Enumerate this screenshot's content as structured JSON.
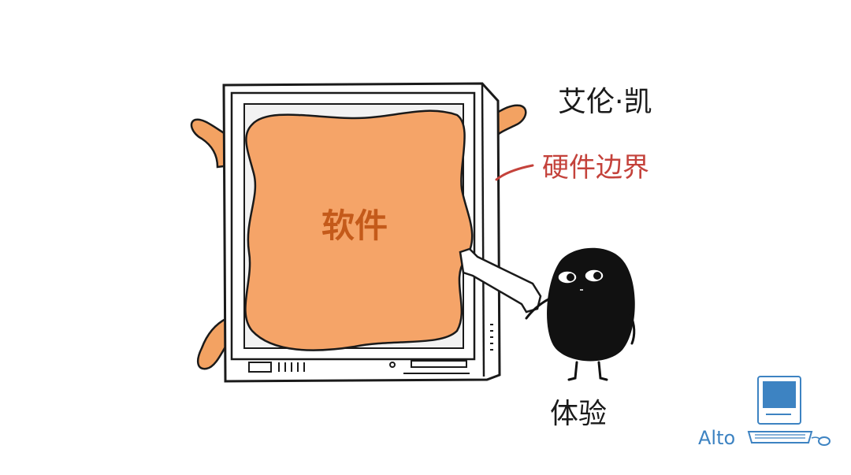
{
  "labels": {
    "author": "艾伦·凯",
    "hardware_boundary": "硬件边界",
    "software": "软件",
    "experience": "体验",
    "brand": "Alto"
  },
  "colors": {
    "software_fill": "#f5a468",
    "tentacle_fill": "#f3a262",
    "outline": "#1a1a1a",
    "boundary_red": "#c4423b",
    "software_text": "#c45a1a",
    "brand_blue": "#3d83c2",
    "character_black": "#111111"
  }
}
